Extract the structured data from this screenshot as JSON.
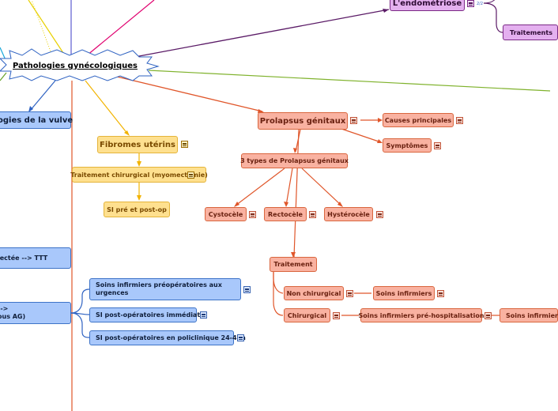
{
  "root": {
    "title": "Pathologies gynécologiques"
  },
  "nodes": {
    "endometriose": "L'endométriose",
    "traitements": "Traitements",
    "vulve": "ogies de la vulve",
    "fibromes": "Fibromes utérins",
    "myomectomie": "Traitement chirurgical (myomectomie)",
    "si_pre_post": "SI pré et post-op",
    "prolapsus": "Prolapsus génitaux",
    "causes": "Causes principales",
    "symptomes": "Symptômes",
    "trois_types": "3 types de Prolapsus génitaux",
    "cystocele": "Cystocèle",
    "rectocele": "Rectocèle",
    "hysterocele": "Hystérocèle",
    "traitement": "Traitement",
    "non_chirurgical": "Non chirurgical",
    "soins_infirmiers_1": "Soins infirmiers",
    "chirurgical": "Chirurgical",
    "soins_pre_hosp": "Soins infirmiers pré-hospitalisation",
    "soins_infirmiers_2": "Soins infirmier",
    "left_partial_1": "lectée --> TTT",
    "left_partial_2a": " -->",
    "left_partial_2b": "ous AG)",
    "soins_preop": "Soins infirmiers préopératoires aux urgences",
    "si_postop": "SI post-opératoires immédiats",
    "si_policlinique": "SI post-opératoires en policlinique 24-48h"
  },
  "colors": {
    "blue": "#a9c8fb",
    "yellow": "#fee08f",
    "salmon": "#f9b2a1",
    "purple": "#e4b0ef"
  }
}
